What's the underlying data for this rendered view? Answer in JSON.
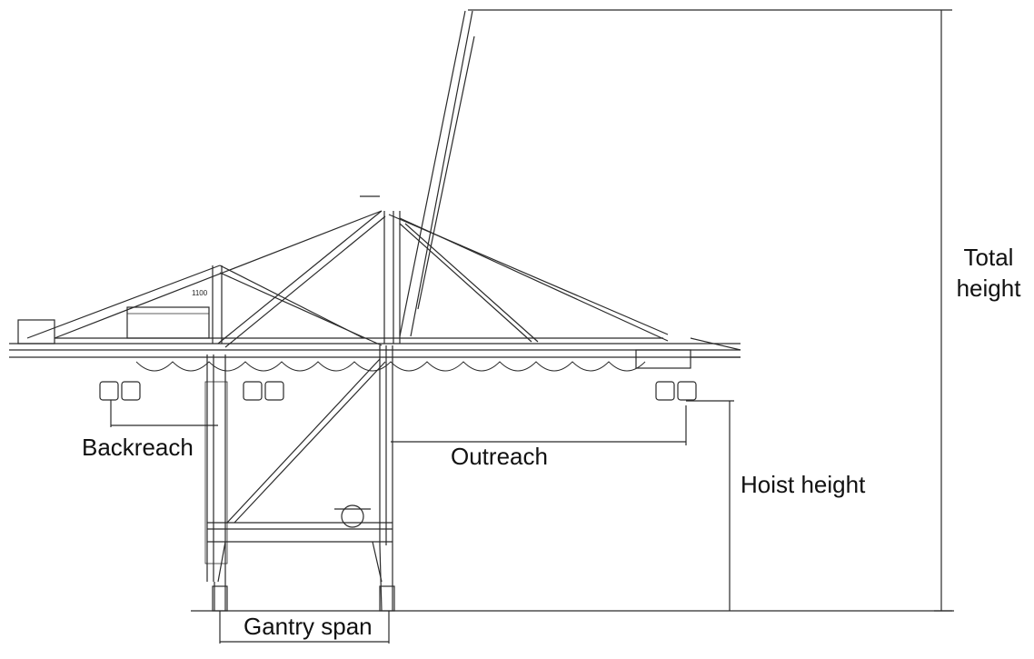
{
  "labels": {
    "total_height_line1": "Total",
    "total_height_line2": "height",
    "hoist_height": "Hoist height",
    "outreach": "Outreach",
    "backreach": "Backreach",
    "gantry_span": "Gantry span",
    "small_dimension": "1100"
  },
  "colors": {
    "line": "#2a2a2a",
    "text": "#111111",
    "background": "#ffffff"
  }
}
